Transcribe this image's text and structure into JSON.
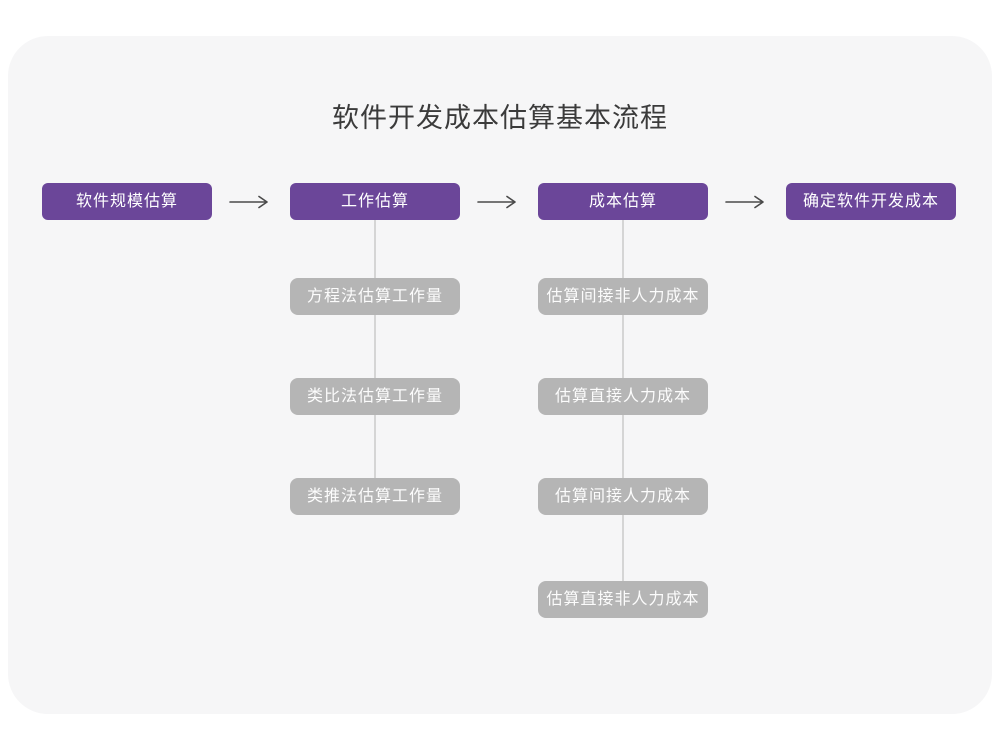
{
  "title": "软件开发成本估算基本流程",
  "colors": {
    "card_background": "#f6f6f7",
    "main_node": "#6b4699",
    "sub_node": "#b5b5b5",
    "connector": "#d5d5d5",
    "arrow": "#4a4a4a",
    "title_text": "#3b3b3b",
    "node_text": "#ffffff"
  },
  "flow": {
    "main_nodes": [
      {
        "label": "软件规模估算"
      },
      {
        "label": "工作估算"
      },
      {
        "label": "成本估算"
      },
      {
        "label": "确定软件开发成本"
      }
    ],
    "work_estimation_methods": [
      "方程法估算工作量",
      "类比法估算工作量",
      "类推法估算工作量"
    ],
    "cost_estimation_steps": [
      "估算间接非人力成本",
      "估算直接人力成本",
      "估算间接人力成本",
      "估算直接非人力成本"
    ]
  }
}
